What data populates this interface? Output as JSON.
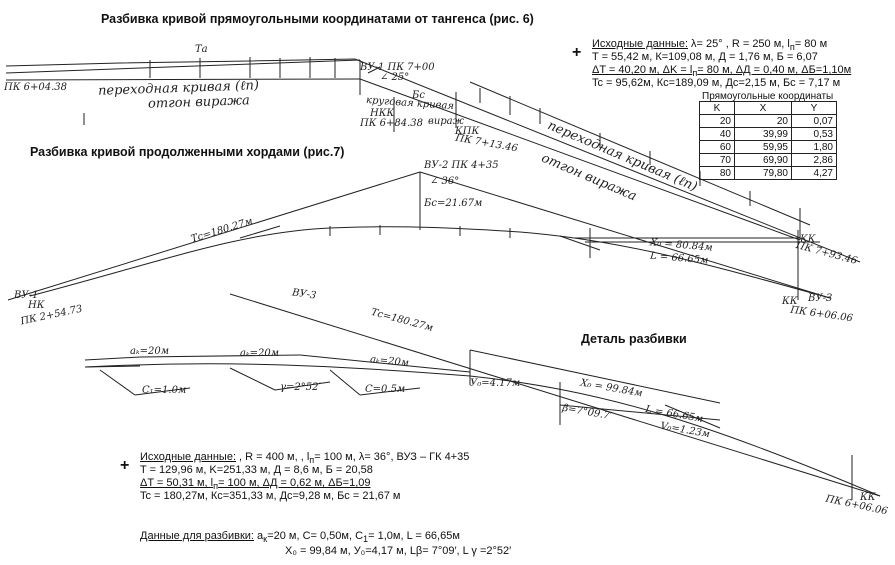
{
  "titles": {
    "fig6": "Разбивка кривой прямоугольными координатами от тангенса (рис. 6)",
    "fig7": "Разбивка кривой продолженными хордами (рис.7)",
    "detail": "Деталь разбивки"
  },
  "fig6_data": {
    "label": "Исходные данные:",
    "line1_rest": " λ= 25° , R = 250 м, l",
    "line1_sub": "п",
    "line1_end": "= 80 м",
    "line2": "T = 55,42 м, К=109,08 м, Д = 1,76 м, Б = 6,07",
    "line3": "ΔT = 40,20 м, ΔK = l",
    "line3_sub": "п",
    "line3_end": "= 80 м, ΔД = 0,40 м, ΔБ=1,10м",
    "line4": "Tc = 95,62м, Кс=189,09 м, Дс=2,15 м, Бс = 7,17 м"
  },
  "coords_table": {
    "caption": "Прямоугольные координаты",
    "headers": [
      "K",
      "X",
      "Y"
    ],
    "rows": [
      [
        "20",
        "20",
        "0,07"
      ],
      [
        "40",
        "39,99",
        "0,53"
      ],
      [
        "60",
        "59,95",
        "1,80"
      ],
      [
        "70",
        "69,90",
        "2,86"
      ],
      [
        "80",
        "79,80",
        "4,27"
      ]
    ]
  },
  "fig7_data": {
    "label": "Исходные данные:",
    "line1_rest": " , R = 400 м,  , l",
    "line1_sub": "п",
    "line1_end": "= 100 м, λ= 36°, ВУЗ – ГК 4+35",
    "line2": "T = 129,96 м, K=251,33 м, Д = 8,6 м, Б = 20,58",
    "line3": "ΔT = 50,31 м, l",
    "line3_sub": "п",
    "line3_end": "= 100 м, ΔД = 0,62 м, ΔБ=1,09",
    "line4": "Tc = 180,27м, Кс=351,33 м, Дс=9,28 м, Бс = 21,67 м",
    "layout_label": "Данные для разбивки:",
    "layout_rest": " a",
    "layout_sub": "к",
    "layout_end": "=20 м, C= 0,50м, C",
    "layout_sub2": "1",
    "layout_end2": "= 1,0м, L = 66,65м",
    "layout_line2": "X₀ = 99,84 м, У₀=4,17 м, Lβ= 7°09′,  L γ =2°52′"
  },
  "annotations": {
    "ta": "Тa",
    "vu1_pk": "ВУ-1 ПК 7+00",
    "angle25": "∠ 25°",
    "pk6_04": "ПК 6+04.38",
    "perekh1": "переходная кривая (ℓп)",
    "otgon1": "отгон виража",
    "krug": "круговая кривая",
    "virazh": "вираж",
    "kpk": "КПК",
    "nkk": "НКК",
    "pk6_84": "ПК 6+84.38",
    "pk7_13": "ПК 7+13.46",
    "bc": "Бс",
    "perekh2": "переходная кривая (ℓп)",
    "otgon2": "отгон виража",
    "kk_top": "КК",
    "pk7_93": "ПК 7+93.46",
    "vu2": "ВУ-2 ПК 4+35",
    "angle36": "∠ 36°",
    "bc2": "Бс=21.67м",
    "tc2": "Тс=180.27м",
    "vu1": "ВУ-1",
    "nk": "НК",
    "pk2_54": "ПК 2+54.73",
    "x0_a": "X₀ = 80.84м",
    "l_a": "L = 66.65м",
    "kk_mid": "КК",
    "vu3": "ВУ-3",
    "pk6_06": "ПК 6+06.06",
    "vu3b": "ВУ-3",
    "tc3": "Тс=180.27м",
    "a20": "aₖ=20м",
    "a20b": "aₖ=20м",
    "a20c": "aₖ=20м",
    "c1": "C₁=1.0м",
    "gamma": "γ=2°52′",
    "c05": "C=0.5м",
    "y0": "У₀=4.17м",
    "x0": "X₀ = 99.84м",
    "l": "L = 66.65м",
    "beta": "β=7°09.7′",
    "v0": "V₀=1.23м",
    "kk_bot": "КК",
    "pk6_06b": "ПК 6+06.06"
  }
}
